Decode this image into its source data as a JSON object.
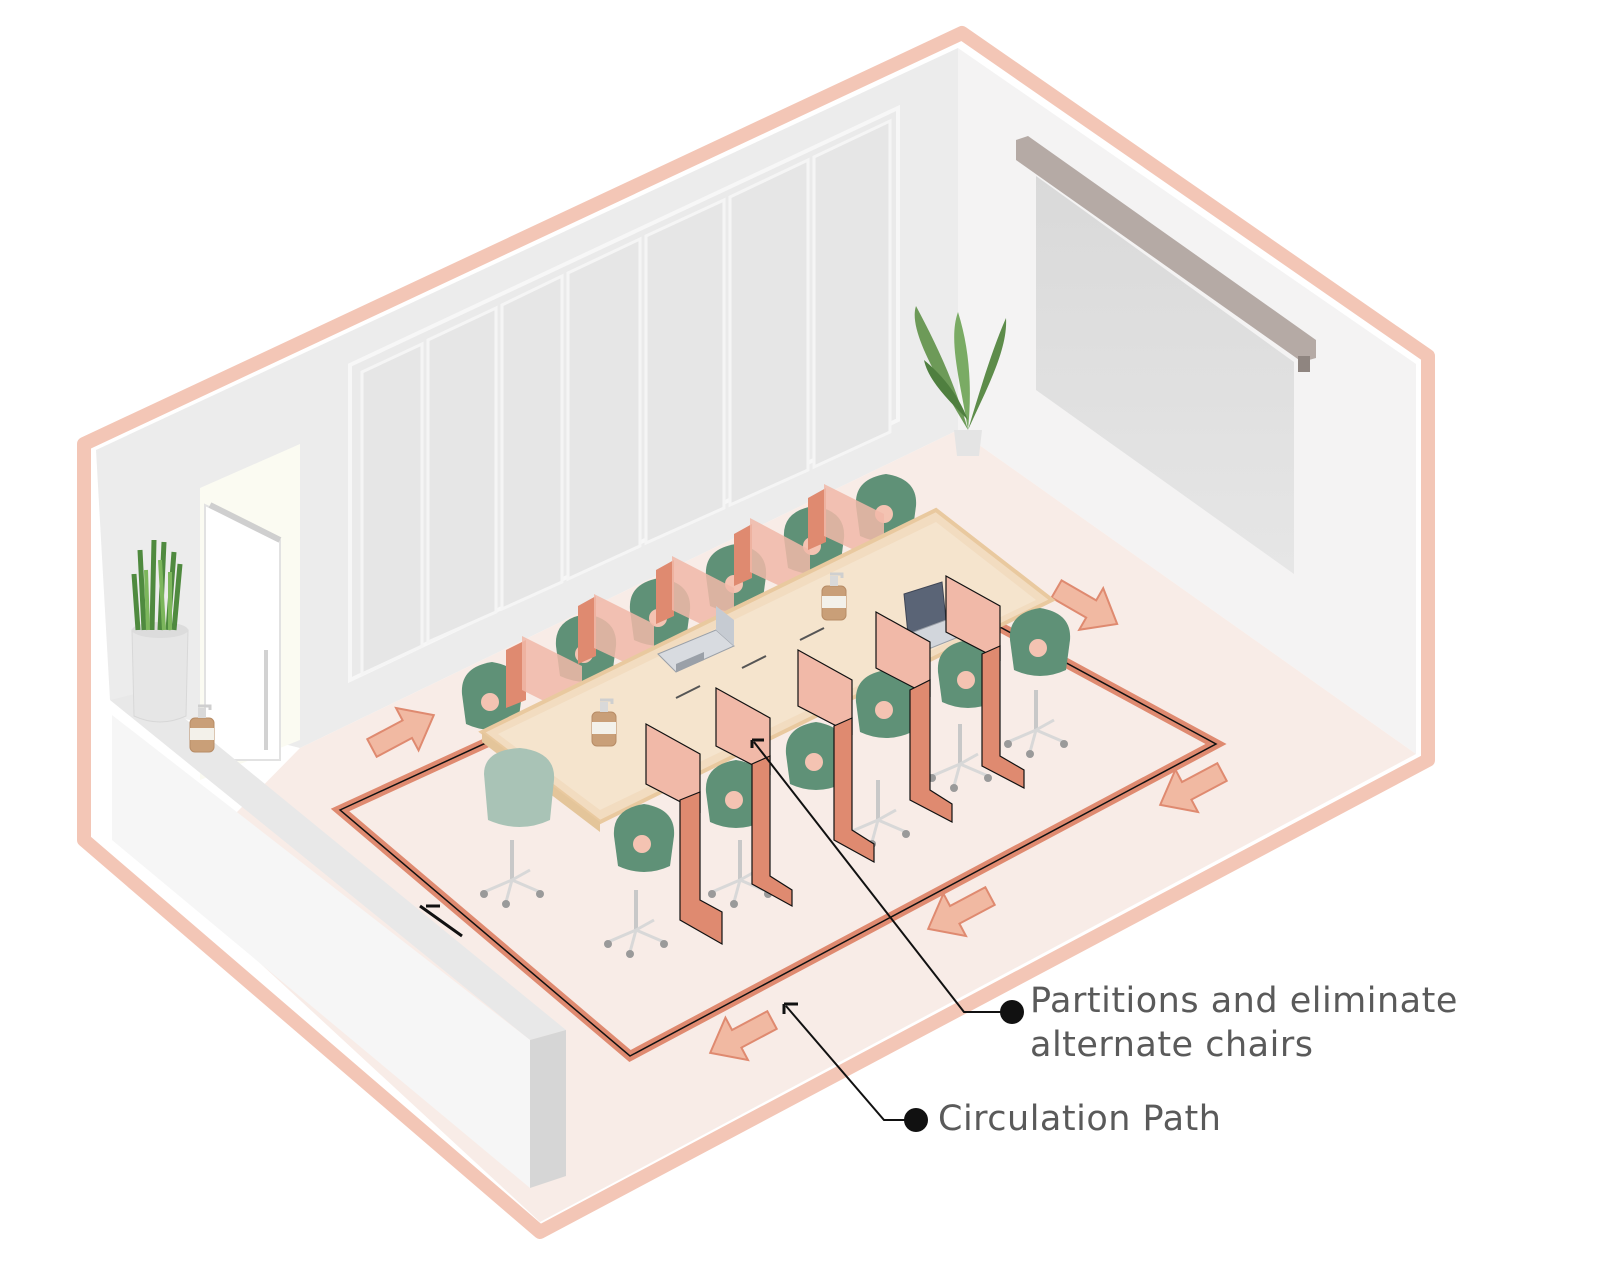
{
  "callouts": [
    {
      "id": "partitions",
      "lines": [
        "Partitions and eliminate",
        "alternate chairs"
      ]
    },
    {
      "id": "circulation",
      "lines": [
        "Circulation Path"
      ]
    }
  ],
  "palette": {
    "room_outline": "#f3c6b6",
    "wall": "#ececec",
    "wall_light": "#f4f3f3",
    "floor": "#f8ece7",
    "partition": "#df8a70",
    "partition_glass": "#f1b9a8",
    "chair": "#5f9177",
    "chair_dot": "#f4c3b2",
    "table": "#f2dcc0",
    "path_line": "#df8a70",
    "arrow_fill": "#f1b9a2",
    "leader_line": "#111111"
  },
  "icons": [
    "plant-icon",
    "sanitizer-bottle-icon",
    "laptop-icon",
    "chair-icon",
    "arrow-icon",
    "projector-screen-icon",
    "door-icon"
  ]
}
